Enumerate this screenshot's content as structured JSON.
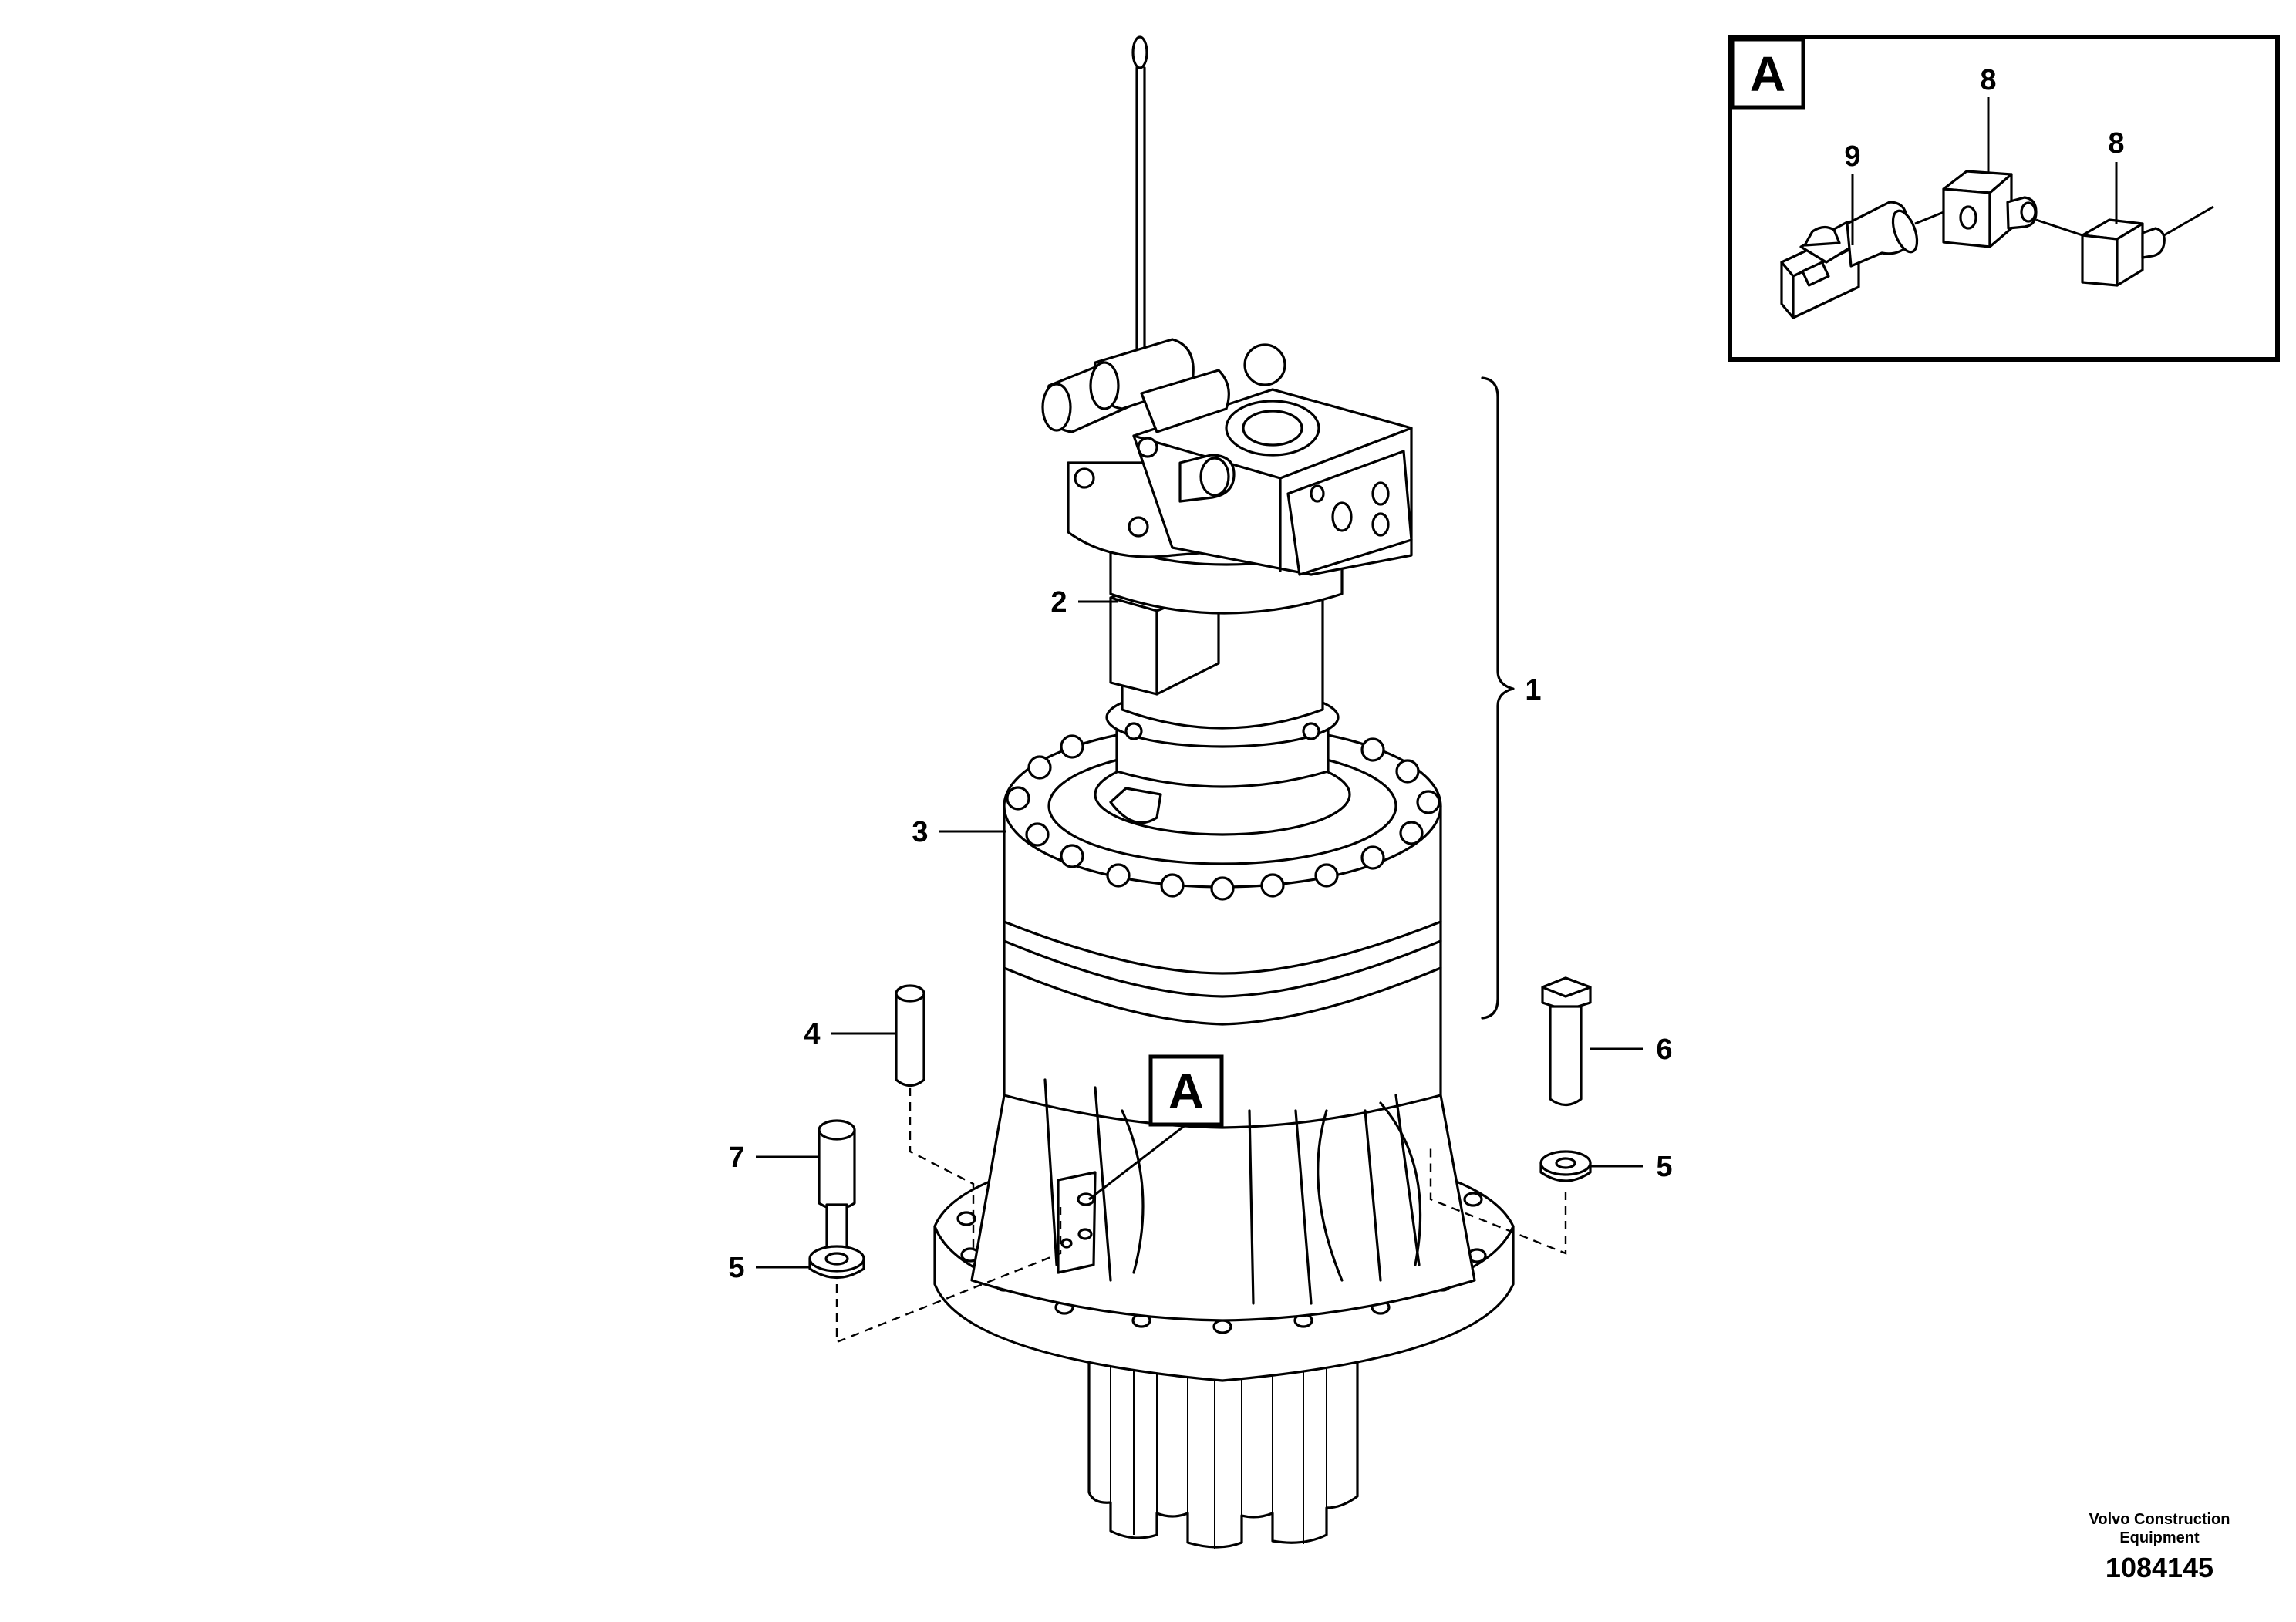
{
  "callouts": {
    "c1": "1",
    "c2": "2",
    "c3": "3",
    "c4": "4",
    "c5a": "5",
    "c5b": "5",
    "c6": "6",
    "c7": "7",
    "c8a": "8",
    "c8b": "8",
    "c9": "9"
  },
  "detail_labels": {
    "inset": "A",
    "main": "A"
  },
  "footer": {
    "brand_line1": "Volvo Construction",
    "brand_line2": "Equipment",
    "figure_number": "1084145"
  }
}
